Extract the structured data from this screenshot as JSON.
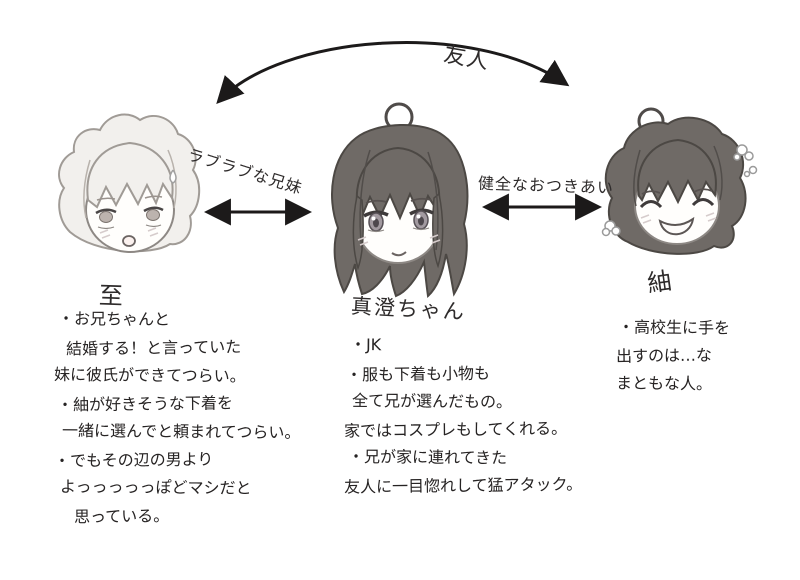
{
  "relationships": {
    "top": "友人",
    "left_mid": "ラブラブな兄妹",
    "mid_right": "健全なおつきあい"
  },
  "characters": [
    {
      "name": "至",
      "notes": [
        "・お兄ちゃんと",
        "結婚する！と言っていた",
        "妹に彼氏ができてつらい。",
        "・紬が好きそうな下着を",
        "一緒に選んでと頼まれてつらい。",
        "・でもその辺の男より",
        "よっっっっっぽどマシだと",
        "思っている。"
      ]
    },
    {
      "name": "真澄ちゃん",
      "notes": [
        "・JK",
        "・服も下着も小物も",
        "全て兄が選んだもの。",
        "家ではコスプレもしてくれる。",
        "・兄が家に連れてきた",
        "友人に一目惚れして猛アタック。"
      ]
    },
    {
      "name": "紬",
      "notes": [
        "・高校生に手を",
        "出すのは…な",
        "まともな人。"
      ]
    }
  ],
  "palette": {
    "ink": "#2e2b2b",
    "line_dark": "#4c4844",
    "hair_light": "#f2f0ed",
    "hair_dark": "#6f6a66",
    "face": "#fffefc"
  }
}
